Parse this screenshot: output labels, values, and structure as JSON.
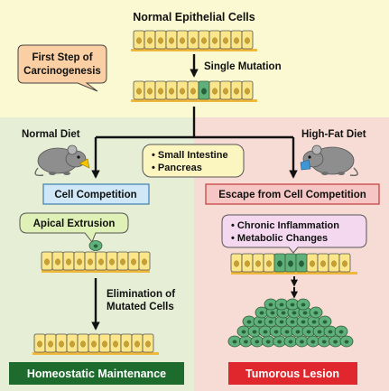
{
  "top": {
    "title": "Normal Epithelial Cells",
    "mutation_label": "Single Mutation",
    "callout_line1": "First Step of",
    "callout_line2": "Carcinogenesis"
  },
  "middle": {
    "tissues_line1": "Small Intestine",
    "tissues_line2": "Pancreas"
  },
  "left": {
    "diet": "Normal Diet",
    "process": "Cell Competition",
    "extrusion": "Apical Extrusion",
    "elimination_line1": "Elimination of",
    "elimination_line2": "Mutated Cells",
    "outcome": "Homeostatic Maintenance"
  },
  "right": {
    "diet": "High-Fat Diet",
    "process": "Escape from Cell Competition",
    "effect_line1": "Chronic Inflammation",
    "effect_line2": "Metabolic Changes",
    "outcome": "Tumorous Lesion"
  },
  "colors": {
    "left_bg": "#e6efd6",
    "right_bg": "#f7dcd6",
    "top_bg": "#fbf9d2",
    "normal_cell": "#fbe68a",
    "mutated_cell": "#5fb07a",
    "green_box": "#1e6b2e",
    "red_box": "#e0272d"
  }
}
